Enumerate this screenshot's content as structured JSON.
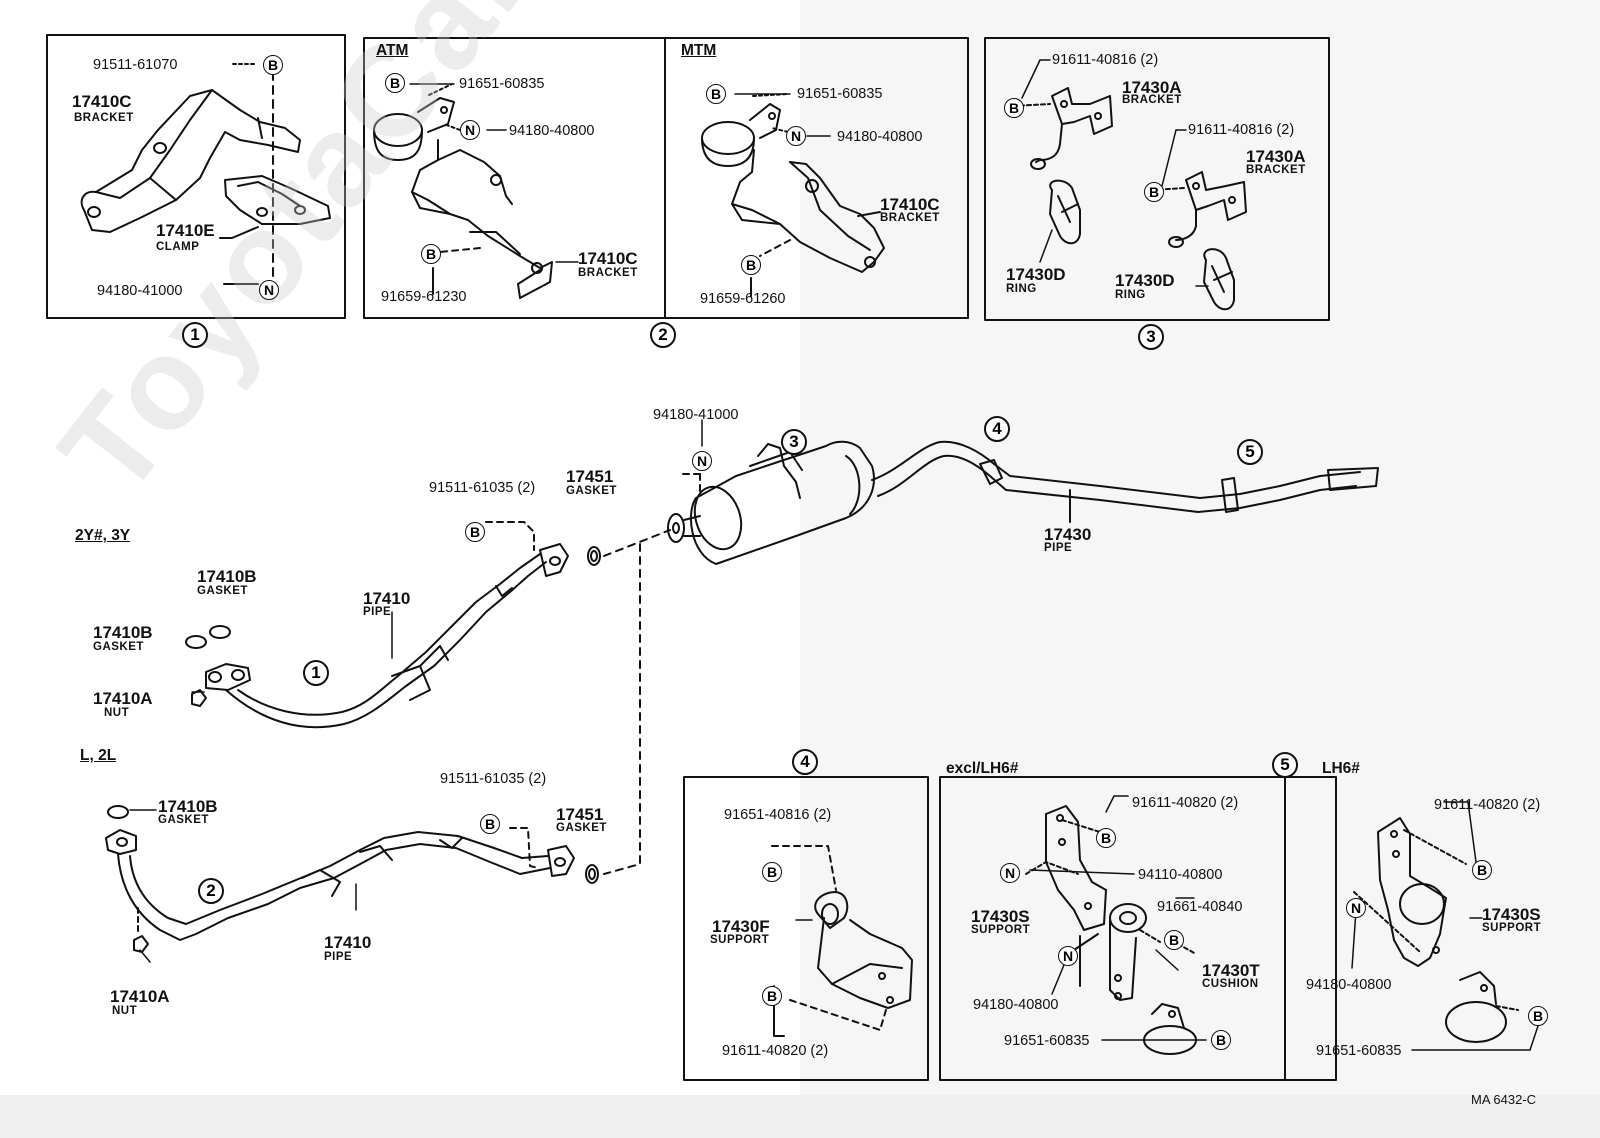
{
  "watermark": "ToyotaCarMine.ru",
  "sheet_code": "MA 6432-C",
  "panel1": {
    "callout": "1",
    "bolt": {
      "part": "91511-61070",
      "sym": "B"
    },
    "bracket": {
      "part": "17410C",
      "name": "BRACKET"
    },
    "clamp": {
      "part": "17410E",
      "name": "CLAMP"
    },
    "nut": {
      "part": "94180-41000",
      "sym": "N"
    }
  },
  "panel2": {
    "callout": "2",
    "atm": {
      "header": "ATM",
      "bolt_top": {
        "part": "91651-60835",
        "sym": "B"
      },
      "nut": {
        "part": "94180-40800",
        "sym": "N"
      },
      "bolt_bottom": {
        "part": "91659-61230",
        "sym": "B"
      },
      "bracket": {
        "part": "17410C",
        "name": "BRACKET"
      }
    },
    "mtm": {
      "header": "MTM",
      "bolt_top": {
        "part": "91651-60835",
        "sym": "B"
      },
      "nut": {
        "part": "94180-40800",
        "sym": "N"
      },
      "bracket": {
        "part": "17410C",
        "name": "BRACKET"
      },
      "bolt_bottom": {
        "part": "91659-61260",
        "sym": "B"
      }
    }
  },
  "panel3": {
    "callout": "3",
    "bolt_a": {
      "part": "91611-40816 (2)",
      "sym": "B"
    },
    "bracket_a": {
      "part": "17430A",
      "name": "BRACKET"
    },
    "bolt_b": {
      "part": "91611-40816 (2)",
      "sym": "B"
    },
    "bracket_b": {
      "part": "17430A",
      "name": "BRACKET"
    },
    "ring_a": {
      "part": "17430D",
      "name": "RING"
    },
    "ring_b": {
      "part": "17430D",
      "name": "RING"
    }
  },
  "main": {
    "engine_a": "2Y#, 3Y",
    "engine_b": "L, 2L",
    "nut_top": {
      "part": "94180-41000",
      "sym": "N"
    },
    "bolt_upper": {
      "part": "91511-61035 (2)",
      "sym": "B"
    },
    "gasket_upper": {
      "part": "17451",
      "name": "GASKET"
    },
    "gasket_b1": {
      "part": "17410B",
      "name": "GASKET"
    },
    "gasket_b2": {
      "part": "17410B",
      "name": "GASKET"
    },
    "pipe_upper": {
      "part": "17410",
      "name": "PIPE"
    },
    "nut_a_upper": {
      "part": "17410A",
      "name": "NUT"
    },
    "tail_pipe": {
      "part": "17430",
      "name": "PIPE"
    },
    "gasket_b3": {
      "part": "17410B",
      "name": "GASKET"
    },
    "bolt_lower": {
      "part": "91511-61035 (2)",
      "sym": "B"
    },
    "gasket_lower": {
      "part": "17451",
      "name": "GASKET"
    },
    "pipe_lower": {
      "part": "17410",
      "name": "PIPE"
    },
    "nut_a_lower": {
      "part": "17410A",
      "name": "NUT"
    },
    "callouts": [
      "1",
      "2",
      "3",
      "4",
      "5"
    ]
  },
  "panel4": {
    "callout": "4",
    "bolt_top": {
      "part": "91651-40816 (2)",
      "sym": "B"
    },
    "support": {
      "part": "17430F",
      "name": "SUPPORT"
    },
    "bolt_bottom": {
      "part": "91611-40820 (2)",
      "sym": "B"
    }
  },
  "panel5": {
    "callout": "5",
    "excl": {
      "header": "excl/LH6#",
      "bolt_top": {
        "part": "91611-40820 (2)",
        "sym": "B"
      },
      "nut_top": {
        "part": "94110-40800",
        "sym": "N"
      },
      "support": {
        "part": "17430S",
        "name": "SUPPORT"
      },
      "bolt_mid": {
        "part": "91661-40840",
        "sym": "B"
      },
      "cushion": {
        "part": "17430T",
        "name": "CUSHION"
      },
      "nut_bottom": {
        "part": "94180-40800",
        "sym": "N"
      },
      "bolt_bottom": {
        "part": "91651-60835",
        "sym": "B"
      }
    },
    "lh6": {
      "header": "LH6#",
      "bolt_top": {
        "part": "91611-40820 (2)",
        "sym": "B"
      },
      "support": {
        "part": "17430S",
        "name": "SUPPORT"
      },
      "nut": {
        "part": "94180-40800",
        "sym": "N"
      },
      "bolt_bottom": {
        "part": "91651-60835",
        "sym": "B"
      }
    }
  }
}
